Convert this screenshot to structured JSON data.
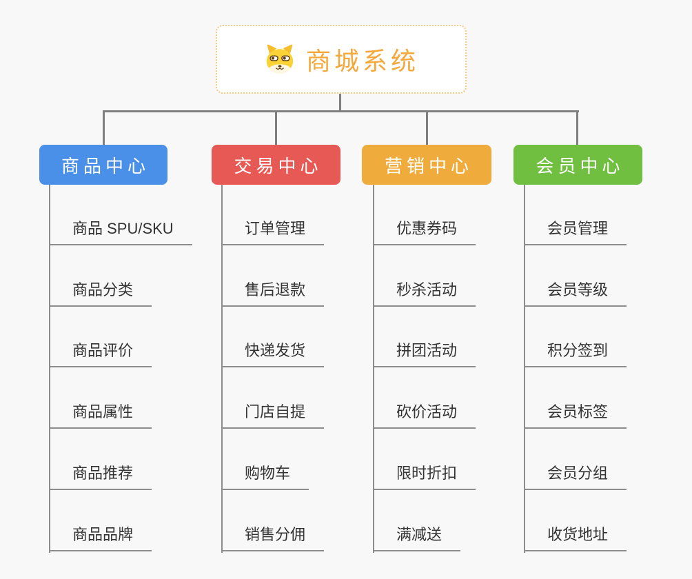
{
  "root": {
    "title": "商城系统",
    "icon": "dog-face-icon"
  },
  "branches": [
    {
      "label": "商品中心",
      "color": "#4B90E8",
      "items": [
        "商品 SPU/SKU",
        "商品分类",
        "商品评价",
        "商品属性",
        "商品推荐",
        "商品品牌"
      ]
    },
    {
      "label": "交易中心",
      "color": "#E75955",
      "items": [
        "订单管理",
        "售后退款",
        "快递发货",
        "门店自提",
        "购物车",
        "销售分佣"
      ]
    },
    {
      "label": "营销中心",
      "color": "#EFAC3C",
      "items": [
        "优惠券码",
        "秒杀活动",
        "拼团活动",
        "砍价活动",
        "限时折扣",
        "满减送"
      ]
    },
    {
      "label": "会员中心",
      "color": "#70BF41",
      "items": [
        "会员管理",
        "会员等级",
        "积分签到",
        "会员标签",
        "会员分组",
        "收货地址"
      ]
    }
  ],
  "colors": {
    "background": "#F8F8F8",
    "connector": "#7F7F7F",
    "branch_line": "#8C8C8C",
    "root_border": "#F7C87D",
    "root_text": "#F3A83B",
    "item_text": "#333333",
    "node_text": "#FFFFFF"
  }
}
